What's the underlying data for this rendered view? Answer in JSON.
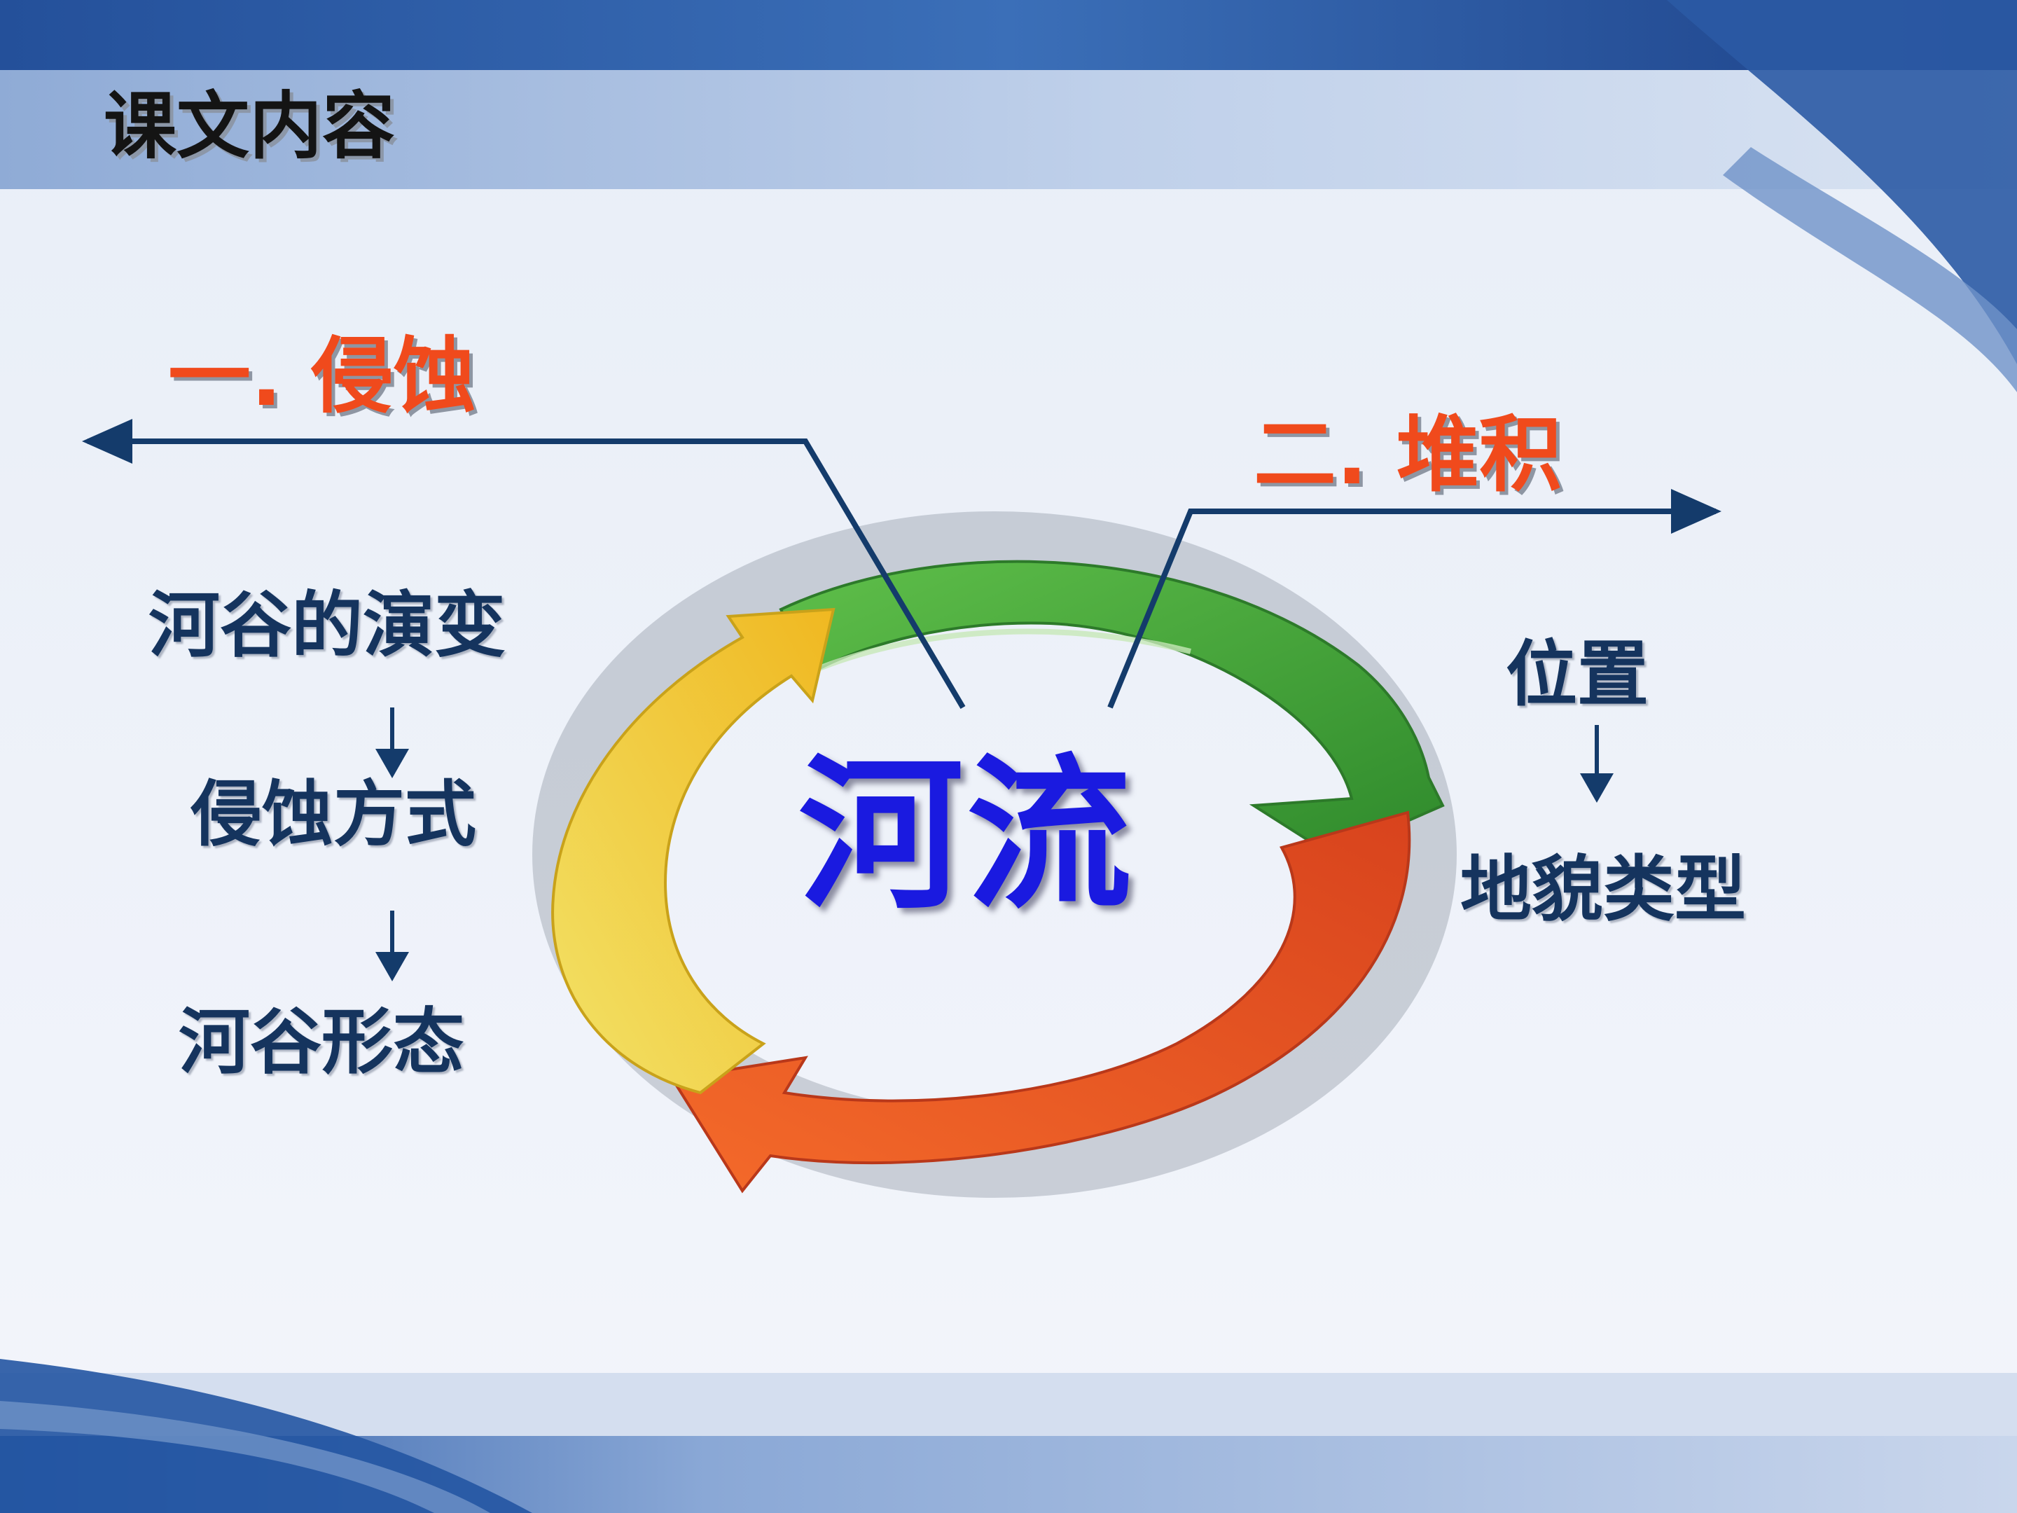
{
  "slide": {
    "title": "课文内容"
  },
  "diagram": {
    "center": "河流",
    "left_branch": {
      "heading": "一. 侵蚀",
      "items": [
        "河谷的演变",
        "侵蚀方式",
        "河谷形态"
      ]
    },
    "right_branch": {
      "heading": "二. 堆积",
      "items": [
        "位置",
        "地貌类型"
      ]
    },
    "cycle_arrow_colors": [
      "#4caa3c",
      "#ef5a24",
      "#f4d83a"
    ]
  },
  "colors": {
    "heading_red": "#f04a1c",
    "item_navy": "#15345e",
    "center_blue": "#1a1ae0",
    "connector_line": "#143b6b",
    "band_blue": "#1f4f9a"
  }
}
